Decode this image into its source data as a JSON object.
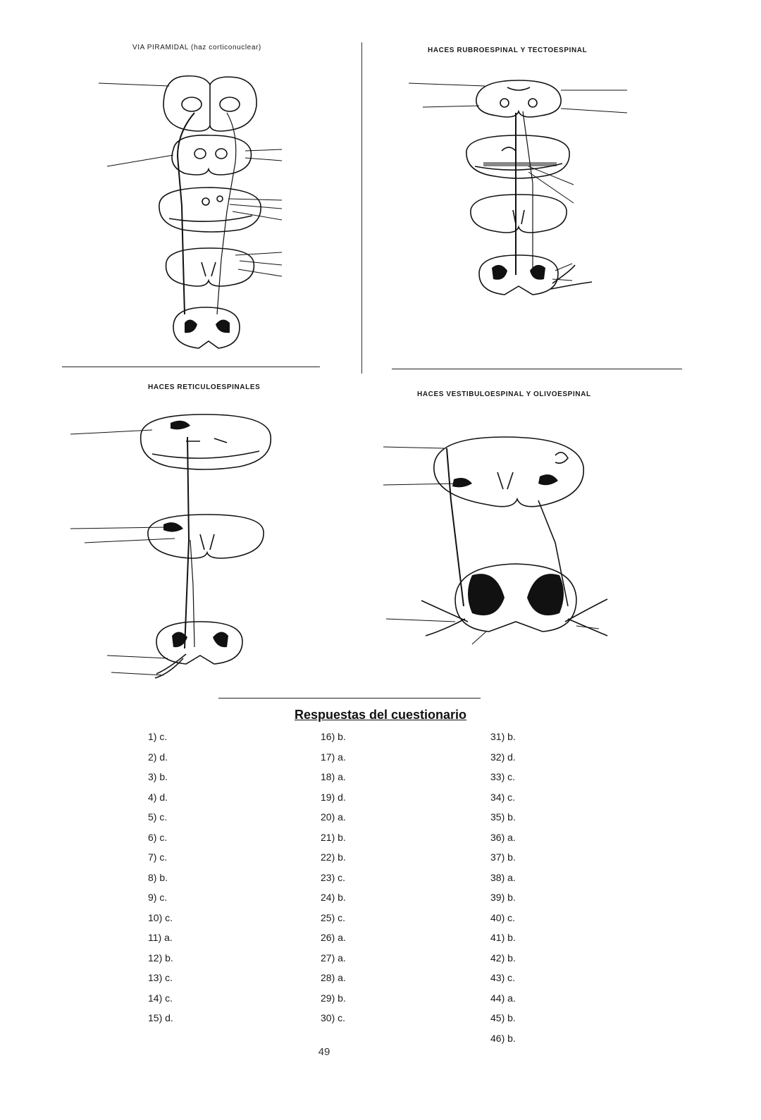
{
  "panels": {
    "pyramidal": {
      "title": "VIA PIRAMIDAL (haz corticonuclear)"
    },
    "rubro": {
      "title": "HACES RUBROESPINAL Y TECTOESPINAL"
    },
    "reticulo": {
      "title": "HACES RETICULOESPINALES"
    },
    "vestibulo": {
      "title": "HACES VESTIBULOESPINAL Y OLIVOESPINAL"
    }
  },
  "answers": {
    "title": "Respuestas del cuestionario",
    "columns": [
      [
        "1) c.",
        "2) d.",
        "3) b.",
        "4) d.",
        "5) c.",
        "6) c.",
        "7) c.",
        "8) b.",
        "9) c.",
        "10) c.",
        "11) a.",
        "12) b.",
        "13) c.",
        "14) c.",
        "15) d."
      ],
      [
        "16) b.",
        "17) a.",
        "18) a.",
        "19) d.",
        "20) a.",
        "21) b.",
        "22) b.",
        "23) c.",
        "24) b.",
        "25) c.",
        "26) a.",
        "27) a.",
        "28) a.",
        "29) b.",
        "30) c."
      ],
      [
        "31) b.",
        "32) d.",
        "33) c.",
        "34) c.",
        "35) b.",
        "36) a.",
        "37) b.",
        "38) a.",
        "39) b.",
        "40) c.",
        "41) b.",
        "42) b.",
        "43) c.",
        "44) a.",
        "45) b.",
        "46) b."
      ]
    ]
  },
  "page_number": "49"
}
